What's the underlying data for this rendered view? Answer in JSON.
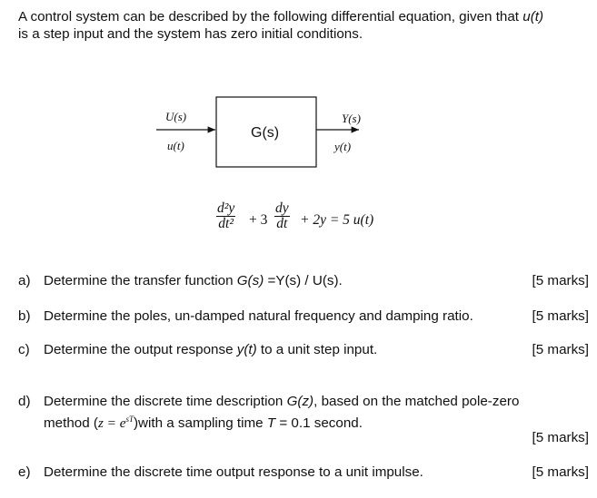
{
  "intro": {
    "line1_a": "A control system can be described by the following differential equation, given that ",
    "line1_ut": "u(t)",
    "line2": "is a step input and the system has zero initial conditions."
  },
  "diagram": {
    "input_s": "U(s)",
    "input_t": "u(t)",
    "block": "G(s)",
    "output_s": "Y(s)",
    "output_t": "y(t)"
  },
  "equation": {
    "d2y_num": "d²y",
    "d2y_den": "dt²",
    "plus3": "+ 3",
    "dy_num": "dy",
    "dy_den": "dt",
    "rest": "+ 2y = 5 u(t)"
  },
  "questions": {
    "a": {
      "label": "a)",
      "pre": "Determine the transfer function ",
      "it": "G(s)",
      "post": " =Y(s) / U(s).",
      "marks": "[5 marks]"
    },
    "b": {
      "label": "b)",
      "text": "Determine the poles, un-damped natural frequency and damping ratio.",
      "marks": "[5 marks]"
    },
    "c": {
      "label": "c)",
      "pre": "Determine the output response ",
      "it": "y(t)",
      "post": " to a unit step input.",
      "marks": "[5 marks]"
    },
    "d": {
      "label": "d)",
      "pre": "Determine the discrete time description ",
      "it": "G(z)",
      "post": ", based on the matched pole-zero",
      "line2_pre": "method (",
      "math": "z = e",
      "sup": "sT",
      "line2_mid": ")with a sampling time ",
      "T": "T",
      "line2_post": " = 0.1 second.",
      "marks": "[5 marks]"
    },
    "e": {
      "label": "e)",
      "text": "Determine the discrete time output response to a unit impulse.",
      "marks": "[5 marks]"
    }
  }
}
